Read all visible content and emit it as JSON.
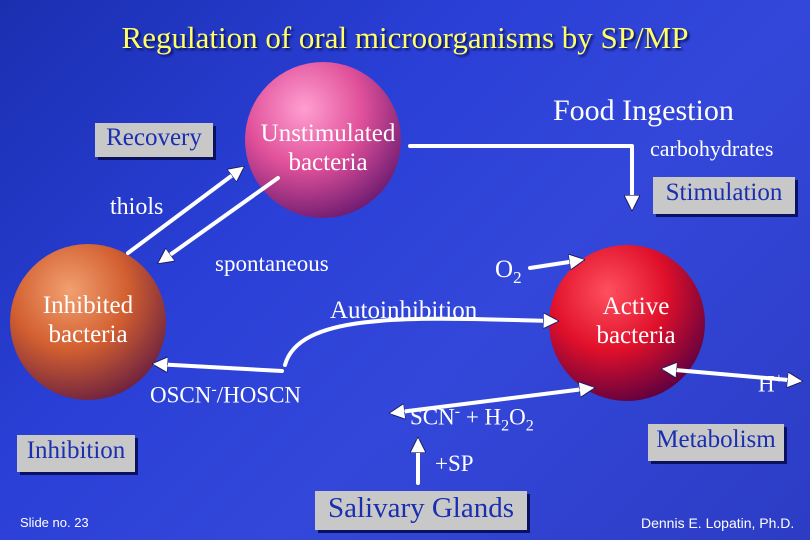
{
  "title": "Regulation of oral microorganisms by SP/MP",
  "nodes": {
    "unstimulated": "Unstimulated\nbacteria",
    "inhibited": "Inhibited\nbacteria",
    "active": "Active\nbacteria"
  },
  "boxes": {
    "recovery": "Recovery",
    "inhibition": "Inhibition",
    "stimulation": "Stimulation",
    "metabolism": "Metabolism",
    "salivary_glands": "Salivary Glands"
  },
  "labels": {
    "food_ingestion": "Food Ingestion",
    "carbohydrates": "carbohydrates",
    "thiols": "thiols",
    "spontaneous": "spontaneous",
    "o2_base": "O",
    "o2_sub": "2",
    "autoinhibition": "Autoinhibition",
    "oscn_a": "OSCN",
    "oscn_sup": "-",
    "oscn_b": "/HOSCN",
    "scn_a": "SCN",
    "scn_sup": "-",
    "scn_b": " + H",
    "scn_sub1": "2",
    "scn_c": "O",
    "scn_sub2": "2",
    "sp": "+SP",
    "h_base": "H",
    "h_sup": "+"
  },
  "footer": {
    "slide_no": "Slide no. 23",
    "author": "Dennis E. Lopatin, Ph.D."
  },
  "colors": {
    "background": "#2a3fd6",
    "title": "#ffff66",
    "box_fill": "#c8c8c8",
    "box_text": "#1a2fb0",
    "unstimulated_sphere": "#e85aa0",
    "inhibited_sphere": "#d96a3a",
    "active_sphere": "#e0102a",
    "arrows": "#ffffff"
  }
}
